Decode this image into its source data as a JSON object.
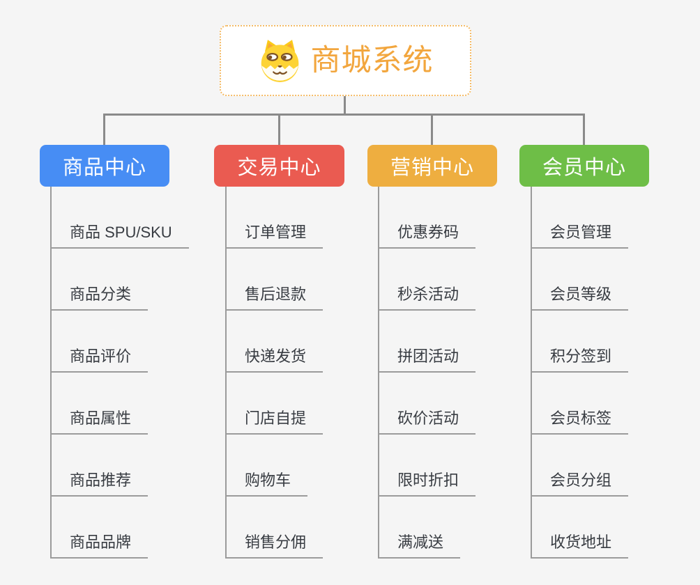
{
  "canvas": {
    "background": "#f5f5f5",
    "connector_color": "#8a8a8a",
    "leaf_line_color": "#9b9b9b"
  },
  "root": {
    "title": "商城系统",
    "icon": "shiba-dog-icon",
    "accent_color": "#f2a63e",
    "border_color": "#f5bb66"
  },
  "branches": [
    {
      "label": "商品中心",
      "color": "#478df4",
      "items": [
        {
          "label": "商品 SPU/SKU"
        },
        {
          "label": "商品分类"
        },
        {
          "label": "商品评价"
        },
        {
          "label": "商品属性"
        },
        {
          "label": "商品推荐"
        },
        {
          "label": "商品品牌"
        }
      ]
    },
    {
      "label": "交易中心",
      "color": "#ea5b51",
      "items": [
        {
          "label": "订单管理"
        },
        {
          "label": "售后退款"
        },
        {
          "label": "快递发货"
        },
        {
          "label": "门店自提"
        },
        {
          "label": "购物车"
        },
        {
          "label": "销售分佣"
        }
      ]
    },
    {
      "label": "营销中心",
      "color": "#eeae40",
      "items": [
        {
          "label": "优惠券码"
        },
        {
          "label": "秒杀活动"
        },
        {
          "label": "拼团活动"
        },
        {
          "label": "砍价活动"
        },
        {
          "label": "限时折扣"
        },
        {
          "label": "满减送"
        }
      ]
    },
    {
      "label": "会员中心",
      "color": "#6ebe47",
      "items": [
        {
          "label": "会员管理"
        },
        {
          "label": "会员等级"
        },
        {
          "label": "积分签到"
        },
        {
          "label": "会员标签"
        },
        {
          "label": "会员分组"
        },
        {
          "label": "收货地址"
        }
      ]
    }
  ]
}
